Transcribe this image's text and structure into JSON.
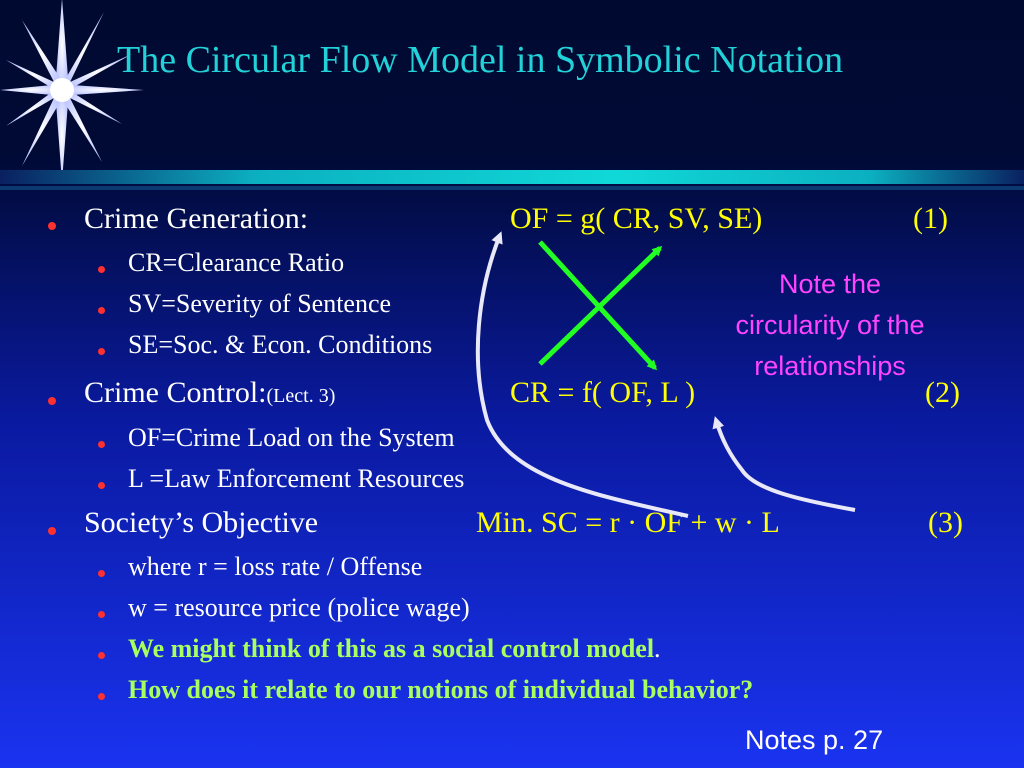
{
  "title": "The Circular Flow Model in Symbolic Notation",
  "bullets": {
    "crime_generation": {
      "label": "Crime Generation:",
      "equation": "OF  =  g( CR, SV, SE)",
      "number": "(1)",
      "sub": [
        "CR=Clearance Ratio",
        "SV=Severity of Sentence",
        "SE=Soc. & Econ. Conditions"
      ]
    },
    "crime_control": {
      "label": "Crime Control:",
      "note": "(Lect. 3)",
      "equation": "CR = f( OF, L )",
      "number": "(2)",
      "sub": [
        "OF=Crime Load on the System",
        "L  =Law Enforcement Resources"
      ]
    },
    "society_objective": {
      "label": "Society’s Objective",
      "equation": "Min. SC = r · OF  +  w · L",
      "number": "(3)",
      "sub": [
        "where r = loss rate / Offense",
        "w = resource price (police wage)"
      ],
      "highlight": [
        "We might think of this as a social control model",
        "How does it relate to our notions of individual behavior?"
      ],
      "highlight_suffix": "."
    }
  },
  "callout": [
    "Note the",
    "circularity of the",
    "relationships"
  ],
  "footer": "Notes p. 27",
  "colors": {
    "title": "#22d2d8",
    "equation": "#ffff00",
    "callout": "#ff44ff",
    "highlight": "#a8ff60",
    "bullet": "#ff3030",
    "cross_arrows": "#22ff22",
    "flow_arrows": "#e8e8f8"
  },
  "icons": {
    "decoration": "starburst-icon"
  }
}
